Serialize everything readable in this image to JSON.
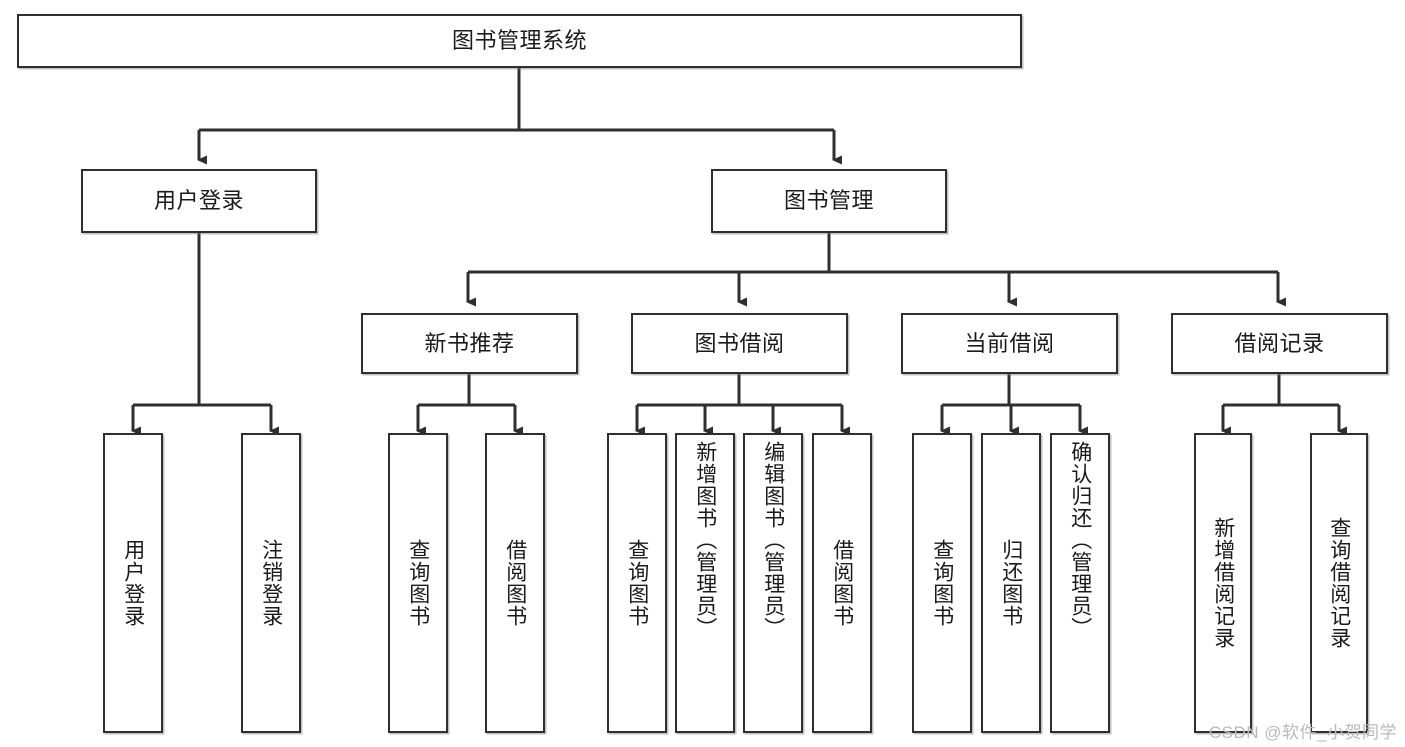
{
  "diagram": {
    "title": "图书管理系统",
    "type": "tree-hierarchy",
    "watermark": "CSDN @软件_小贺同学",
    "colors": {
      "box_border": "#2f2f2f",
      "box_fill": "#ffffff",
      "line": "#2f2f2f",
      "text": "#1a1a1a",
      "watermark": "#b9b9b9"
    },
    "root": {
      "label": "图书管理系统"
    },
    "level2": [
      {
        "label": "用户登录"
      },
      {
        "label": "图书管理"
      }
    ],
    "level3": [
      {
        "label": "新书推荐"
      },
      {
        "label": "图书借阅"
      },
      {
        "label": "当前借阅"
      },
      {
        "label": "借阅记录"
      }
    ],
    "leaves": {
      "user_login": [
        {
          "label": "用户登录"
        },
        {
          "label": "注销登录"
        }
      ],
      "new_book_recommend": [
        {
          "label": "查询图书"
        },
        {
          "label": "借阅图书"
        }
      ],
      "book_borrow": [
        {
          "label": "查询图书"
        },
        {
          "label": "新增图书（管理员）"
        },
        {
          "label": "编辑图书（管理员）"
        },
        {
          "label": "借阅图书"
        }
      ],
      "current_borrow": [
        {
          "label": "查询图书"
        },
        {
          "label": "归还图书"
        },
        {
          "label": "确认归还（管理员）"
        }
      ],
      "borrow_record": [
        {
          "label": "新增借阅记录"
        },
        {
          "label": "查询借阅记录"
        }
      ]
    }
  }
}
